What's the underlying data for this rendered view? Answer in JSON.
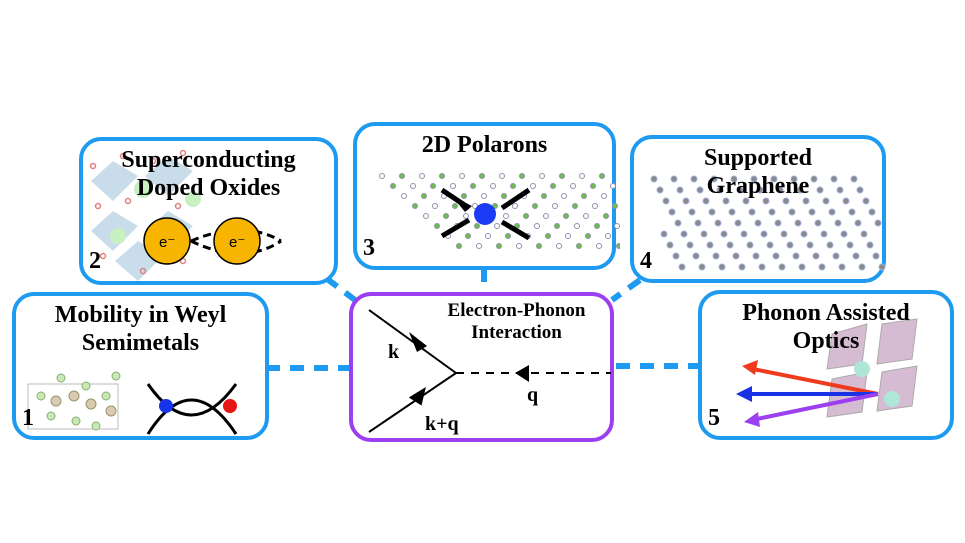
{
  "diagram": {
    "center": {
      "title_line1": "Electron-Phonon",
      "title_line2": "Interaction",
      "labels": {
        "k": "k",
        "kq": "k+q",
        "q": "q"
      },
      "border_color": "#9b3ff0"
    },
    "panels": [
      {
        "number": "1",
        "title_line1": "Mobility in Weyl",
        "title_line2": "Semimetals"
      },
      {
        "number": "2",
        "title_line1": "Superconducting",
        "title_line2": "Doped Oxides",
        "electron_label": "e⁻"
      },
      {
        "number": "3",
        "title_line1": "2D Polarons",
        "title_line2": ""
      },
      {
        "number": "4",
        "title_line1": "Supported",
        "title_line2": "Graphene"
      },
      {
        "number": "5",
        "title_line1": "Phonon Assisted",
        "title_line2": "Optics"
      }
    ],
    "colors": {
      "panel_border": "#1e9bf0",
      "connector": "#1e9bf0",
      "weyl_left": "#1533e8",
      "weyl_right": "#e81515",
      "polaron": "#1a3cf5",
      "electron": "#f7b500",
      "arrow_red": "#f03a1e",
      "arrow_blue": "#1a32e6",
      "arrow_purple": "#9b3ff0"
    }
  }
}
